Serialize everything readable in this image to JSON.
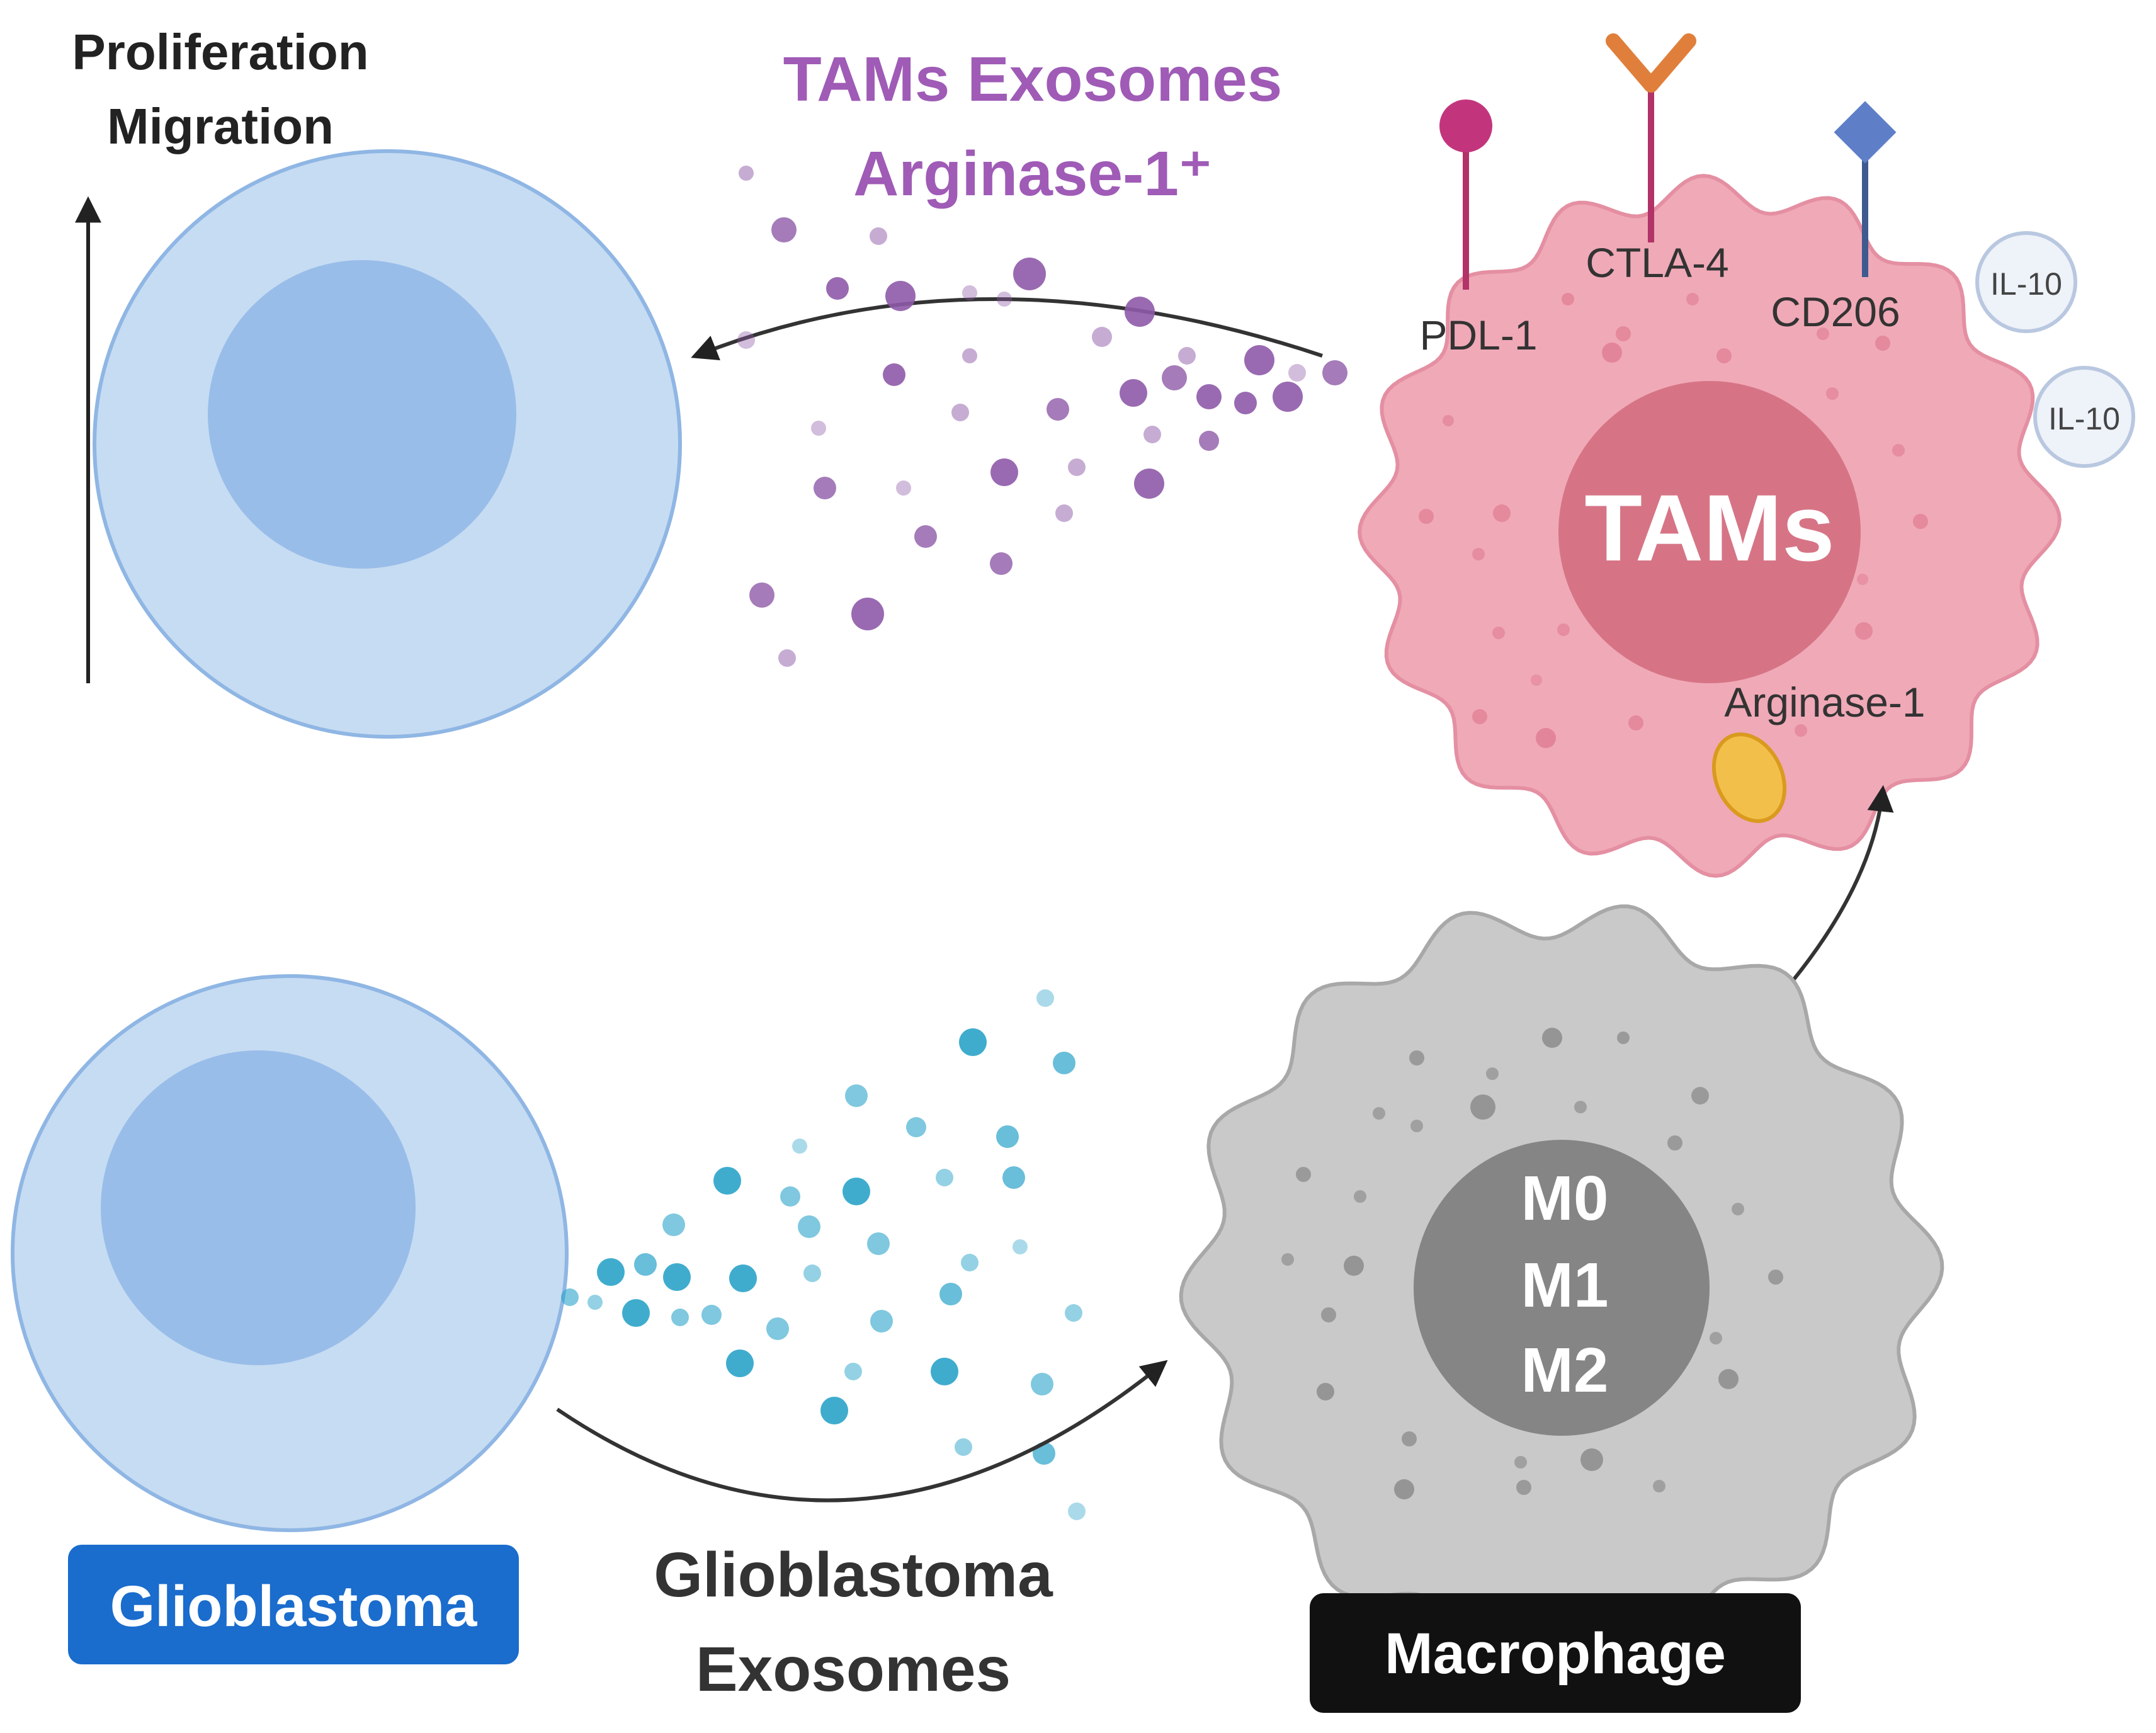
{
  "labels": {
    "proliferation": "Proliferation",
    "migration": "Migration",
    "tams_exosomes_line1": "TAMs Exosomes",
    "tams_exosomes_line2": "Arginase-1⁺",
    "tams": "TAMs",
    "pdl1": "PDL-1",
    "ctla4": "CTLA-4",
    "cd206": "CD206",
    "il10_a": "IL-10",
    "il10_b": "IL-10",
    "arginase1": "Arginase-1",
    "m0": "M0",
    "m1": "M1",
    "m2": "M2",
    "glioblastoma": "Glioblastoma",
    "glioblastoma_exosomes_line1": "Glioblastoma",
    "glioblastoma_exosomes_line2": "Exosomes",
    "macrophage": "Macrophage"
  },
  "colors": {
    "cell_fill": "#c6dcf2",
    "cell_stroke": "#8fb6e4",
    "nucleus_fill": "#99bde9",
    "tam_fill": "#f0a9b7",
    "tam_stroke": "#e48fa2",
    "tam_nucleus": "#d67486",
    "tam_dots": "#e07c92",
    "macrophage_fill": "#c9c9c9",
    "macrophage_stroke": "#a8a8a8",
    "macrophage_nucleus": "#858585",
    "macrophage_dots": "#8f8f8f",
    "purple_exosomes": "#8e5aa8",
    "purple_text": "#9f5bb6",
    "cyan_exosomes": "#2aa3c9",
    "pdl1_receptor": "#c2357d",
    "ctla4_receptor": "#e07f3b",
    "cd206_receptor": "#5e7fc8",
    "arginase_fill": "#f2c04a",
    "glioblastoma_badge": "#1a6ccd",
    "macrophage_badge": "#111111"
  }
}
